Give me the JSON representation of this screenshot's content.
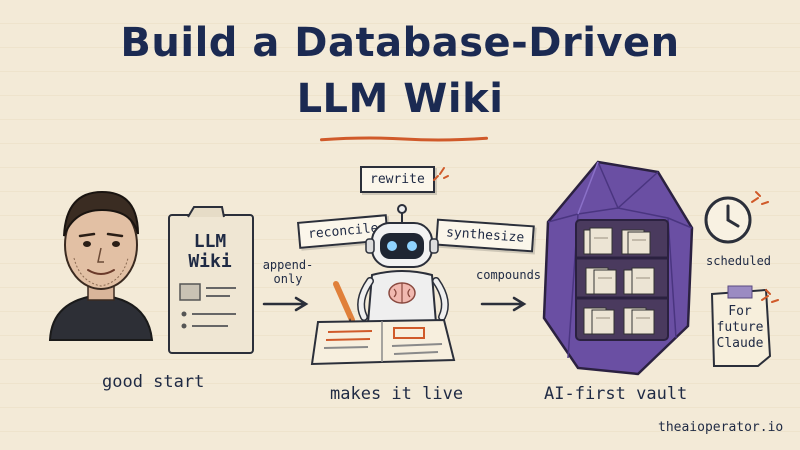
{
  "title": {
    "line1": "Build a Database-Driven",
    "line2": "LLM Wiki"
  },
  "colors": {
    "title": "#1b2a52",
    "accent_underline": "#d05a2a",
    "vault_purple": "#6a4fa3",
    "background": "#f3ead7"
  },
  "stage1": {
    "wiki_title": "LLM Wiki",
    "caption": "good start",
    "arrow_label": "append-only"
  },
  "stage2": {
    "tags": [
      "rewrite",
      "reconcile",
      "synthesize"
    ],
    "caption": "makes it live",
    "arrow_label": "compounds"
  },
  "stage3": {
    "caption": "AI-first vault",
    "side_labels": {
      "scheduled": "scheduled",
      "note": "For future Claude"
    }
  },
  "icons": [
    "person-portrait",
    "wiki-document",
    "robot-brain-icon",
    "pencil-icon",
    "notebook-icon",
    "gem-vault-icon",
    "clock-icon",
    "sticky-note-icon"
  ],
  "footer": {
    "site": "theaioperator.io"
  }
}
